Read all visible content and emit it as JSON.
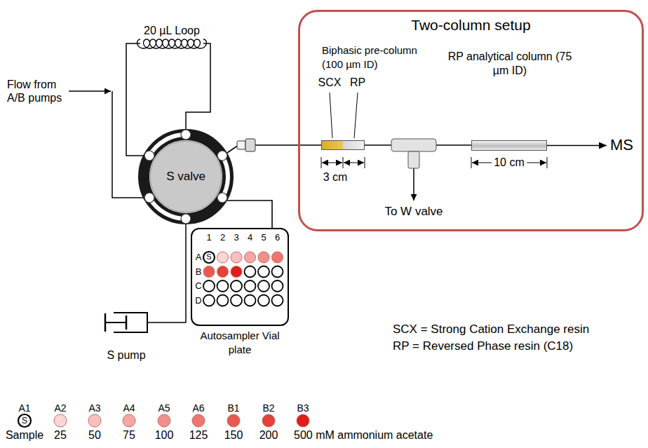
{
  "diagram": {
    "nodes": [
      {
        "text": [
          "Two-column setup"
        ]
      },
      {
        "text": [
          "Biphasic pre-column (100 µm ID)"
        ],
        "in": 0
      },
      {
        "text": [
          "RP analytical column (75 µm ID)"
        ],
        "in": 0
      },
      {
        "text": [
          "MS"
        ],
        "in": 0
      },
      {
        "text": [
          "S valve"
        ]
      },
      {
        "text": [
          "Autosampler Vial plate"
        ]
      }
    ],
    "edges": [
      {
        "from": 4,
        "to": 1,
        "arrow": "none"
      },
      {
        "from": 1,
        "to": 2,
        "arrow": "none"
      },
      {
        "from": 2,
        "to": 3,
        "arrow": "to"
      },
      {
        "from": 4,
        "to": 5,
        "arrow": "none"
      }
    ],
    "labels": [
      "20 µL Loop",
      "Flow from A/B pumps",
      "SCX",
      "RP",
      "3 cm",
      "10 cm",
      "To W valve",
      "S pump",
      "1",
      "2",
      "3",
      "4",
      "5",
      "6",
      "A",
      "B",
      "C",
      "D",
      "S",
      "SCX = Strong Cation Exchange resin",
      "RP = Reversed Phase resin (C18)",
      "A1",
      "A2",
      "A3",
      "A4",
      "A5",
      "A6",
      "B1",
      "B2",
      "B3",
      "S",
      "Sample",
      "25",
      "50",
      "75",
      "100",
      "125",
      "150",
      "200",
      "500 mM ammonium acetate"
    ]
  }
}
